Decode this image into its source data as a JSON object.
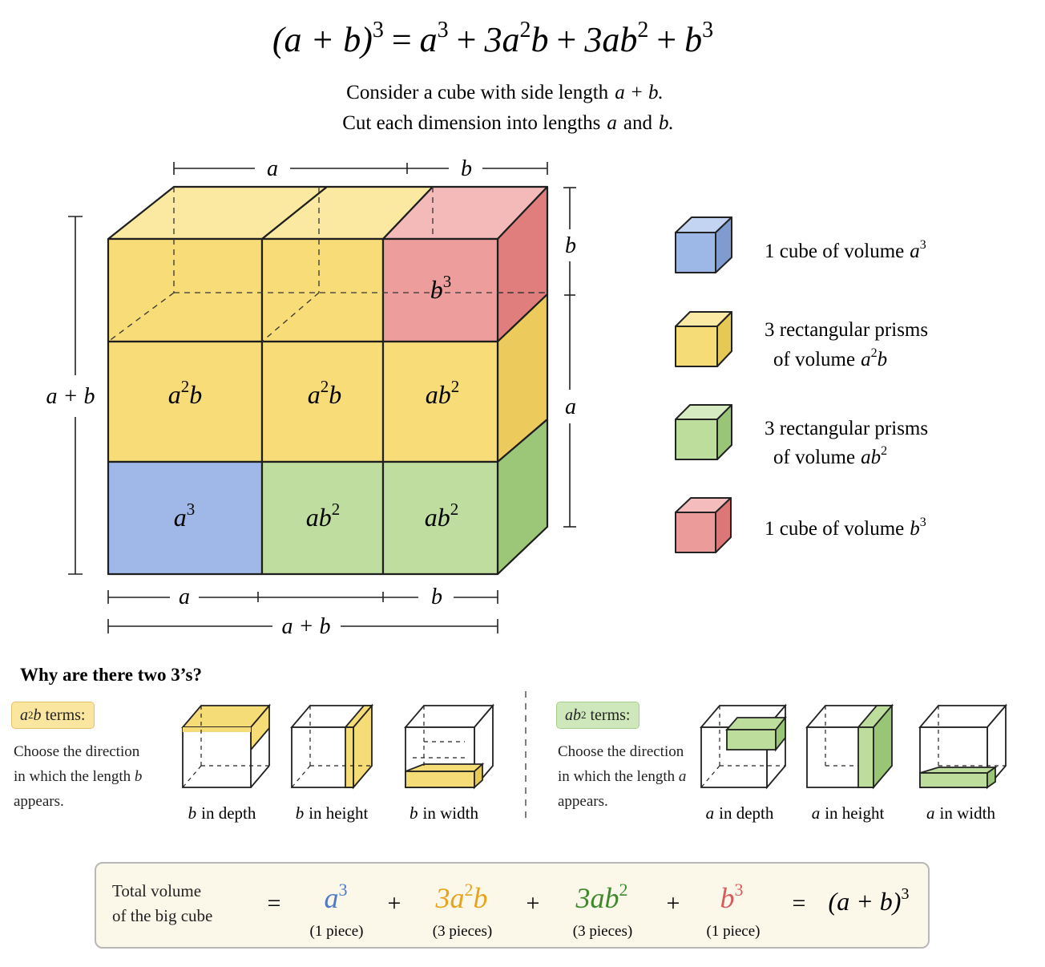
{
  "title": {
    "lhs": "(a + b)",
    "lhs_exp": "3",
    "eq": "=",
    "t1": "a",
    "t1_exp": "3",
    "plus": "+",
    "t2_coef": "3a",
    "t2_exp": "2",
    "t2_tail": "b",
    "t3": "3ab",
    "t3_exp": "2",
    "t4": "b",
    "t4_exp": "3"
  },
  "intro": {
    "line1_text": "Consider a cube with side length",
    "line1_math": "a + b.",
    "line2_text": "Cut each dimension into lengths",
    "line2_a": "a",
    "line2_and": "and",
    "line2_b": "b."
  },
  "dims": {
    "top_a": "a",
    "top_b": "b",
    "right_b": "b",
    "right_a": "a",
    "left_ab": "a + b",
    "bottom_a": "a",
    "bottom_b": "b",
    "bottom_ab": "a + b"
  },
  "cells": {
    "b3": "b",
    "b3_exp": "3",
    "a2b_1": "a",
    "a2b_1_exp": "2",
    "a2b_1_tail": "b",
    "a2b_2": "a",
    "a2b_2_exp": "2",
    "a2b_2_tail": "b",
    "ab2_mid": "ab",
    "ab2_mid_exp": "2",
    "a3": "a",
    "a3_exp": "3",
    "ab2_b1": "ab",
    "ab2_b1_exp": "2",
    "ab2_b2": "ab",
    "ab2_b2_exp": "2"
  },
  "legend": [
    {
      "line1": "1 cube of volume",
      "m": "a",
      "e": "3",
      "color": "#9db7e6",
      "side": "#7f9bd0",
      "top": "#c3d4f2"
    },
    {
      "line1": "3 rectangular prisms",
      "line2": "of volume",
      "m": "a",
      "e": "2",
      "tail": "b",
      "color": "#f6dc76",
      "side": "#e6c855",
      "top": "#fbeaa6"
    },
    {
      "line1": "3 rectangular prisms",
      "line2": "of volume",
      "m": "ab",
      "e": "2",
      "color": "#bddd9d",
      "side": "#98c576",
      "top": "#d6ebc1"
    },
    {
      "line1": "1 cube of volume",
      "m": "b",
      "e": "3",
      "color": "#ec9b9b",
      "side": "#dd7777",
      "top": "#f4bcbc"
    }
  ],
  "why": {
    "heading": "Why are there two 3’s?",
    "left_tag_m": "a",
    "left_tag_e": "2",
    "left_tag_tail": "b",
    "left_tag_text": "terms:",
    "left_note_1": "Choose the direction",
    "left_note_2": "in which the length",
    "left_note_var": "b",
    "left_note_3": "appears.",
    "left_caps": [
      {
        "v": "b",
        "t": "in depth"
      },
      {
        "v": "b",
        "t": "in height"
      },
      {
        "v": "b",
        "t": "in width"
      }
    ],
    "right_tag_m": "ab",
    "right_tag_e": "2",
    "right_tag_text": "terms:",
    "right_note_1": "Choose the direction",
    "right_note_2": "in which the length",
    "right_note_var": "a",
    "right_note_3": "appears.",
    "right_caps": [
      {
        "v": "a",
        "t": "in depth"
      },
      {
        "v": "a",
        "t": "in height"
      },
      {
        "v": "a",
        "t": "in width"
      }
    ]
  },
  "total": {
    "label_1": "Total volume",
    "label_2": "of the big cube",
    "eq": "=",
    "plus": "+",
    "t1": "a",
    "t1_exp": "3",
    "t1_note": "(1 piece)",
    "t2": "3a",
    "t2_exp": "2",
    "t2_tail": "b",
    "t2_note": "(3 pieces)",
    "t3": "3ab",
    "t3_exp": "2",
    "t3_note": "(3 pieces)",
    "t4": "b",
    "t4_exp": "3",
    "t4_note": "(1 piece)",
    "rhs": "(a + b)",
    "rhs_exp": "3"
  },
  "colors": {
    "blue": "#9db7e6",
    "yellow": "#f6dc76",
    "green": "#bddd9d",
    "red": "#ec9b9b",
    "blue_text": "#4f7ac8",
    "yellow_text": "#e7a31c",
    "green_text": "#3e8a2a",
    "red_text": "#d95c5c",
    "yellow_tag": "#fbe6a0",
    "green_tag": "#cfe8bb"
  }
}
